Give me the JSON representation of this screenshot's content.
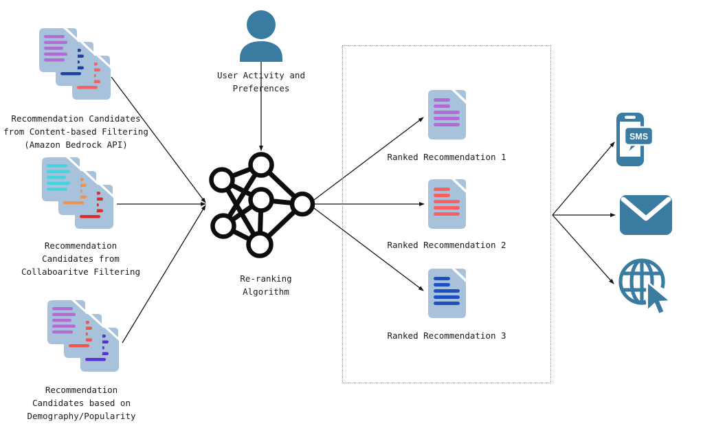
{
  "diagram": {
    "sources": [
      {
        "label_lines": [
          "Recommendation Candidates",
          "from Content-based Filtering",
          "(Amazon Bedrock API)"
        ],
        "doc_colors": [
          "#b36bd4",
          "#1f3e9e",
          "#f9605f"
        ]
      },
      {
        "label_lines": [
          "Recommendation",
          "Candidates from",
          "Collaboaritve Filtering"
        ],
        "doc_colors": [
          "#45d4df",
          "#f2914d",
          "#e22b26"
        ]
      },
      {
        "label_lines": [
          "Recommendation",
          "Candidates based on",
          "Demography/Popularity"
        ],
        "doc_colors": [
          "#b36bd4",
          "#f4524d",
          "#5b2fd6"
        ]
      }
    ],
    "user_input": {
      "label_lines": [
        "User Activity and",
        "Preferences"
      ]
    },
    "algorithm": {
      "label_lines": [
        "Re-ranking",
        "Algorithm"
      ]
    },
    "ranked_outputs": [
      {
        "label": "Ranked Recommendation 1",
        "doc_color": "#b36bd4"
      },
      {
        "label": "Ranked Recommendation 2",
        "doc_color": "#f9605f"
      },
      {
        "label": "Ranked Recommendation 3",
        "doc_color": "#1d4fc0"
      }
    ],
    "channels": [
      {
        "name": "sms-mobile",
        "badge_text": "SMS"
      },
      {
        "name": "email"
      },
      {
        "name": "web-click"
      }
    ],
    "colors": {
      "doc_body": "#a9c2dc",
      "icon_blue": "#3a7ba2",
      "arrow": "#141414",
      "network": "#0d0d0d",
      "box_border": "#909090"
    }
  }
}
